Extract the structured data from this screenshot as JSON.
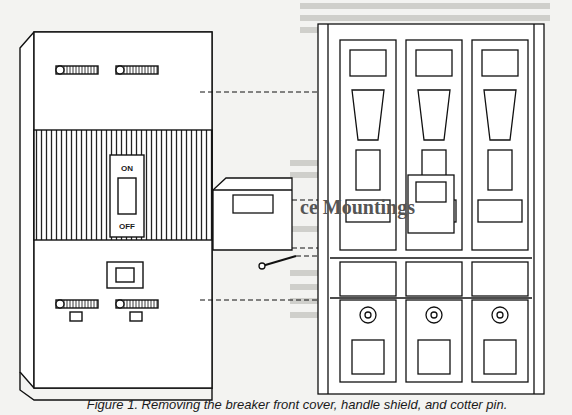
{
  "diagram": {
    "caption": "Figure 1. Removing the breaker front cover, handle shield, and cotter pin.",
    "labels": [
      "ON",
      "OFF",
      "ce Mountings"
    ]
  }
}
